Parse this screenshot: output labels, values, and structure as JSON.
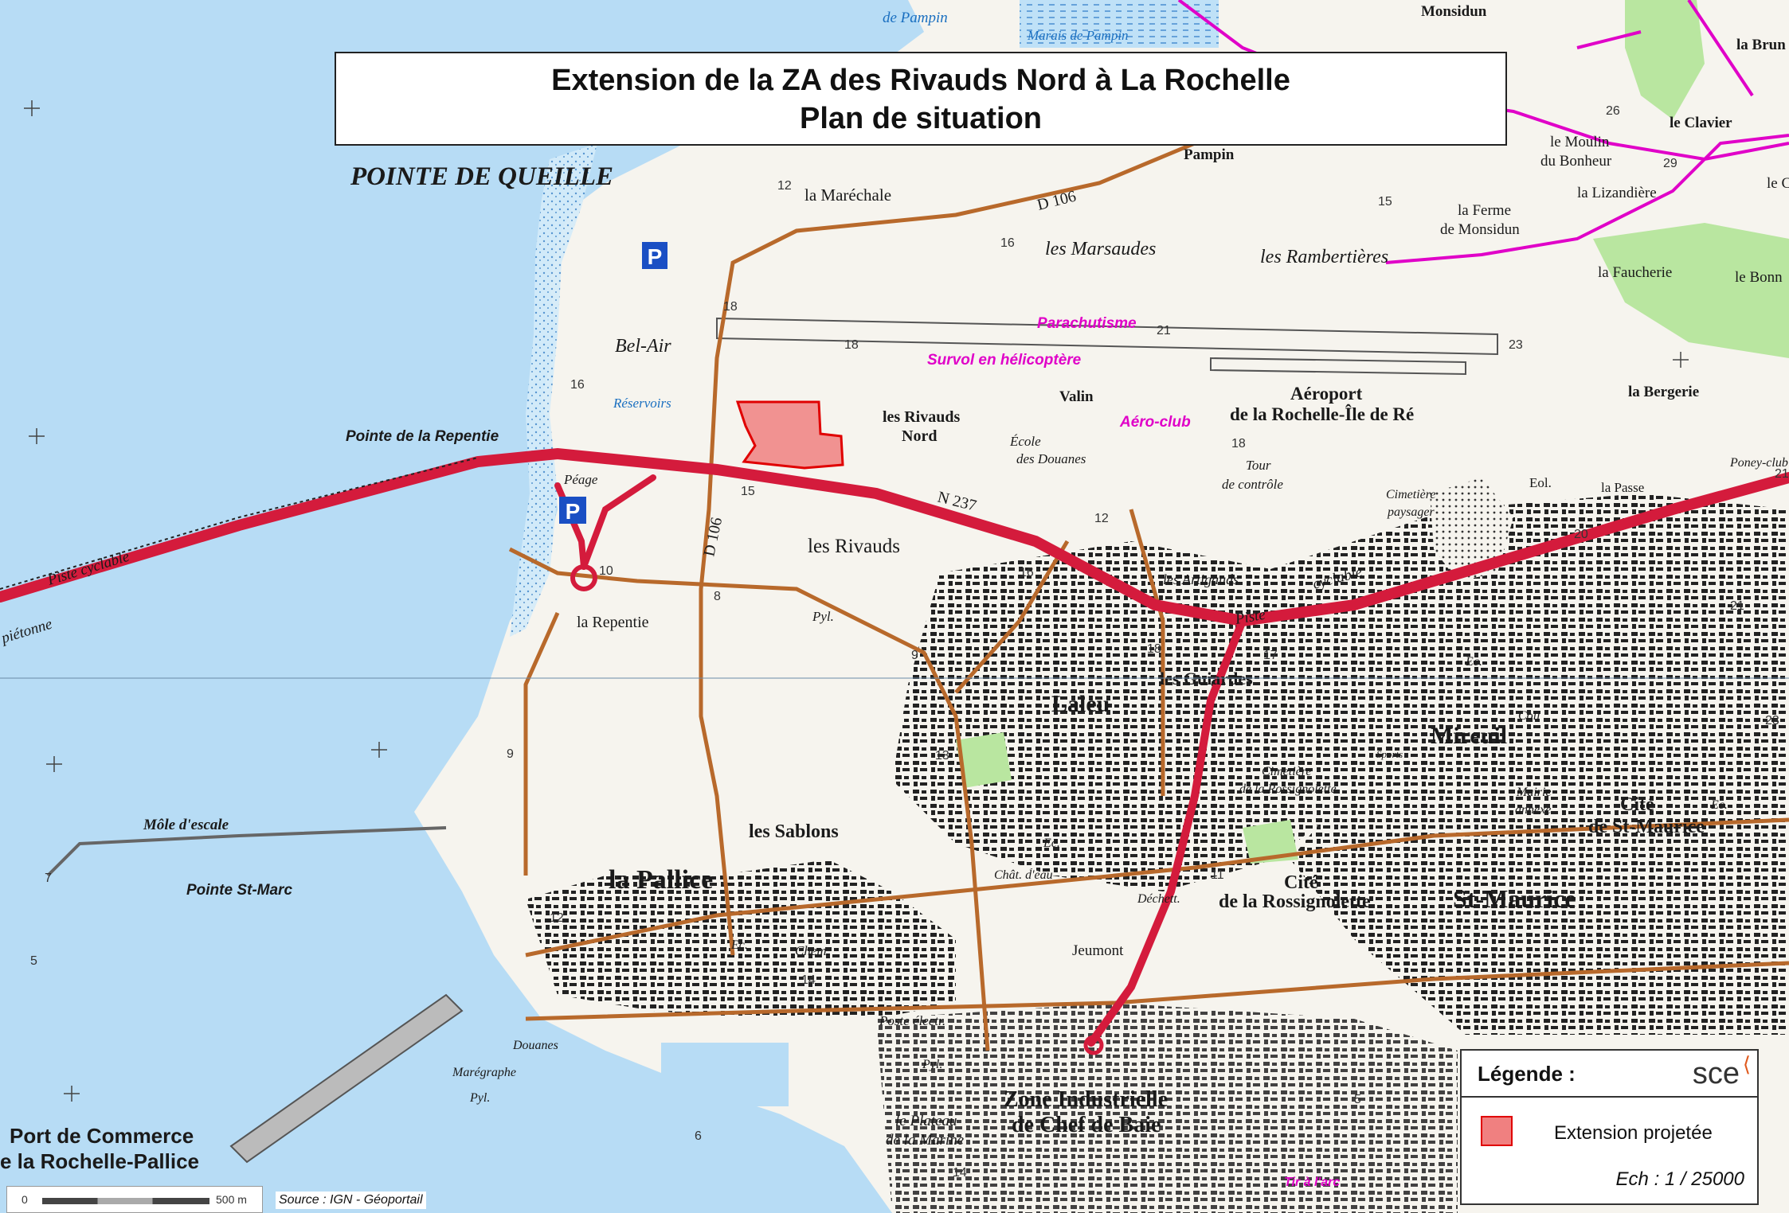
{
  "title": {
    "line1": "Extension de la ZA des Rivauds Nord à La Rochelle",
    "line2": "Plan de situation"
  },
  "legend": {
    "heading": "Légende :",
    "logo": "sce",
    "item_label": "Extension projetée",
    "scale": "Ech : 1 / 25000",
    "item_color": "#f08080",
    "item_border": "#e00000"
  },
  "scalebar": {
    "zero": "0",
    "end": "500 m"
  },
  "source": "Source : IGN - Géoportail",
  "colors": {
    "sea": "#b7dcf5",
    "land": "#f6f4ee",
    "main_road": "#d41b3c",
    "secondary_road": "#b8692b",
    "vegetation": "#b9e6a0",
    "magenta": "#e000c8"
  },
  "labels": {
    "pointe_queille": "POINTE DE QUEILLE",
    "bel_air": "Bel-Air",
    "reservoirs": "Réservoirs",
    "pointe_repentie": "Pointe de la Repentie",
    "peage": "Péage",
    "piste_cyclable": "Piste   cyclable",
    "pietonne": "piétonne",
    "la_repentie": "la Repentie",
    "les_rivauds": "les Rivauds",
    "pyl": "Pyl.",
    "la_marechale": "la Maréchale",
    "d106_a": "D 106",
    "d106_b": "D 106",
    "les_marsaudes": "les Marsaudes",
    "les_rambertieres": "les Rambertières",
    "pampin": "Pampin",
    "de_pampin": "de Pampin",
    "marais": "Marais  de  Pampin",
    "monsidun": "Monsidun",
    "la_brun": "la Brun",
    "le_clavier": "le Clavier",
    "le_moulin": "le Moulin",
    "du_bonheur": "du Bonheur",
    "la_lizandiere": "la Lizandière",
    "la_ferme": "la Ferme",
    "de_monsidun": "de Monsidun",
    "la_faucherie": "la Faucherie",
    "le_bonn": "le Bonn",
    "le_c": "le C",
    "parachutisme": "Parachutisme",
    "survol": "Survol en hélicoptère",
    "valin": "Valin",
    "rivauds_nord_1": "les Rivauds",
    "rivauds_nord_2": "Nord",
    "aeroclub": "Aéro-club",
    "aeroport_1": "Aéroport",
    "aeroport_2": "de la Rochelle-Île de Ré",
    "ecole_1": "École",
    "ecole_2": "des Douanes",
    "tour_1": "Tour",
    "tour_2": "de contrôle",
    "n237": "N 237",
    "la_bergerie": "la Bergerie",
    "poney_club": "Poney-club",
    "eol": "Eol.",
    "la_passe": "la Passe",
    "cimetiere_1": "Cimetière",
    "cimetiere_2": "paysager",
    "les_artigauds": "les Artigauds",
    "cyclable": "cyclable",
    "piste": "Piste",
    "les_guiardes": "les Guiardes",
    "laleu": "Laleu",
    "mireuil": "Mireuil",
    "cimetiere_ross_1": "Cimetière",
    "cimetiere_ross_2": "de la Rossignolette",
    "mairie_1": "Mairie",
    "mairie_2": "annexe",
    "cite_stm_1": "Cité",
    "cite_stm_2": "de St-Maurice",
    "st_maurice": "St-Maurice",
    "cite_ross_1": "Cité",
    "cite_ross_2": "de la Rossignolette",
    "chat_eau": "Chât. d'eau",
    "dechett": "Déchett.",
    "jeumont": "Jeumont",
    "les_sablons": "les Sablons",
    "la_pallice": "la Pallice",
    "chem": "Chem.",
    "poste_electr": "Poste électr.",
    "mole": "Môle  d'escale",
    "pointe_st_marc": "Pointe St-Marc",
    "douanes": "Douanes",
    "maregraphe": "Marégraphe",
    "pyl2": "Pyl.",
    "pyl3": "Pyl.",
    "port_1": "Port de Commerce",
    "port_2": "e la Rochelle-Pallice",
    "le_plateau_1": "le Plateau",
    "le_plateau_2": "de la Marine",
    "zone_ind_1": "Zone Industrielle",
    "zone_ind_2": "de Chef de Baie",
    "tir_arc": "Tir à l'arc",
    "ec1": "Ec.",
    "ec2": "Ec.",
    "ec3": "Ec.",
    "ec4": "Ec.",
    "coll": "Coll",
    "spot": "Sports"
  },
  "numbers": [
    "26",
    "29",
    "15",
    "12",
    "16",
    "18",
    "18",
    "21",
    "23",
    "18",
    "16",
    "15",
    "10",
    "8",
    "12",
    "16",
    "17",
    "11",
    "9",
    "13",
    "14",
    "7",
    "5",
    "6",
    "12",
    "9",
    "14",
    "5",
    "18",
    "20",
    "21",
    "21",
    "23"
  ]
}
